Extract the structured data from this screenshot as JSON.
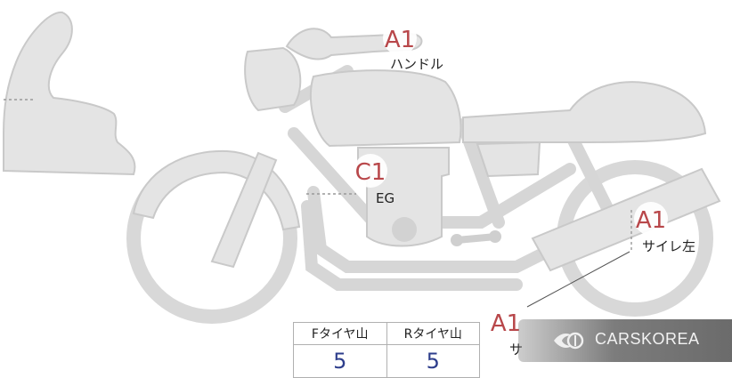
{
  "markers": [
    {
      "code": "A1",
      "label": "ハンドル"
    },
    {
      "code": "C1",
      "label": "EG"
    },
    {
      "code": "A1",
      "label": "サイレ左"
    },
    {
      "code": "A1",
      "label": "サ"
    }
  ],
  "tire_table": {
    "headers": [
      "Fタイヤ山",
      "Rタイヤ山"
    ],
    "values": [
      "5",
      "5"
    ]
  },
  "watermark": {
    "text": "CARSKOREA",
    "icon": "flame-emblem-icon"
  },
  "colors": {
    "marker": "#b8474a",
    "value": "#2e3e8c",
    "bike": "#e4e4e4"
  }
}
